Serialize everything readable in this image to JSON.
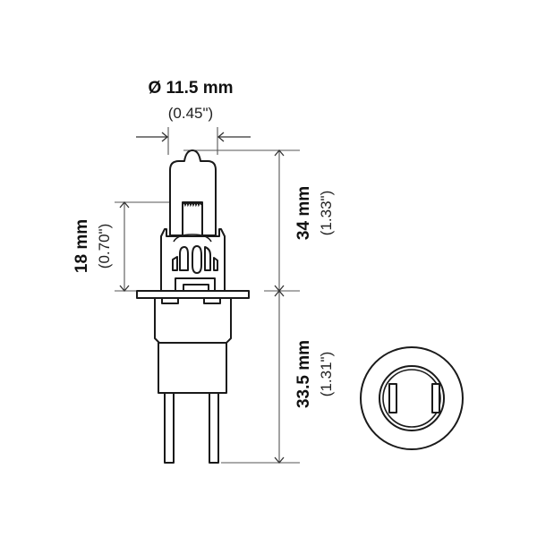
{
  "diagram": {
    "subject": "halogen bulb dimensional drawing",
    "colors": {
      "line": "#1a1a1a",
      "dimension_line": "#555555",
      "background": "#ffffff"
    },
    "dimensions": {
      "diameter": {
        "metric": "Ø 11.5 mm",
        "imperial": "(0.45\")"
      },
      "light_center_height": {
        "metric": "18 mm",
        "imperial": "(0.70\")"
      },
      "upper_height": {
        "metric": "34 mm",
        "imperial": "(1.33\")"
      },
      "lower_height": {
        "metric": "33.5 mm",
        "imperial": "(1.31\")"
      }
    },
    "views": [
      "side-view",
      "base-end-view"
    ]
  }
}
